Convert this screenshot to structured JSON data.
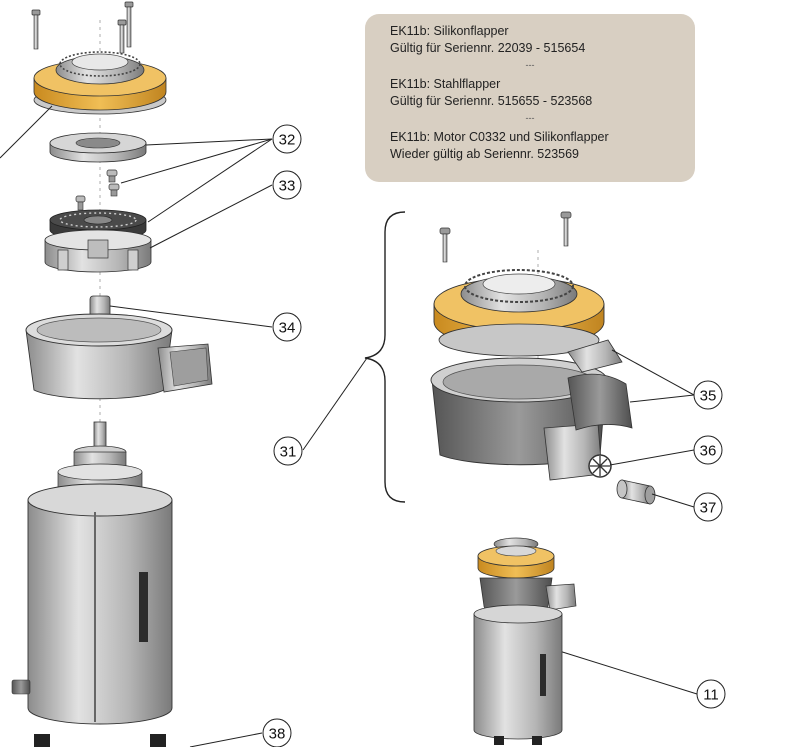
{
  "info_box": {
    "blocks": [
      {
        "line1": "EK11b: Silikonflapper",
        "line2": "Gültig für Seriennr. 22039 - 515654"
      },
      {
        "line1": "EK11b: Stahlflapper",
        "line2": "Gültig für Seriennr. 515655 - 523568"
      },
      {
        "line1": "EK11b: Motor C0332 und Silikonflapper",
        "line2": "Wieder gültig ab Seriennr. 523569"
      }
    ],
    "separator": "---"
  },
  "callouts": {
    "c32": "32",
    "c33": "33",
    "c34": "34",
    "c31": "31",
    "c35": "35",
    "c36": "36",
    "c37": "37",
    "c11": "11",
    "c38": "38"
  },
  "colors": {
    "gold_ring": "#e0a93a",
    "metal_light": "#d9d9d9",
    "metal_mid": "#a8a8a8",
    "metal_dark": "#5f5f5f",
    "info_bg": "#d8cfc2"
  }
}
